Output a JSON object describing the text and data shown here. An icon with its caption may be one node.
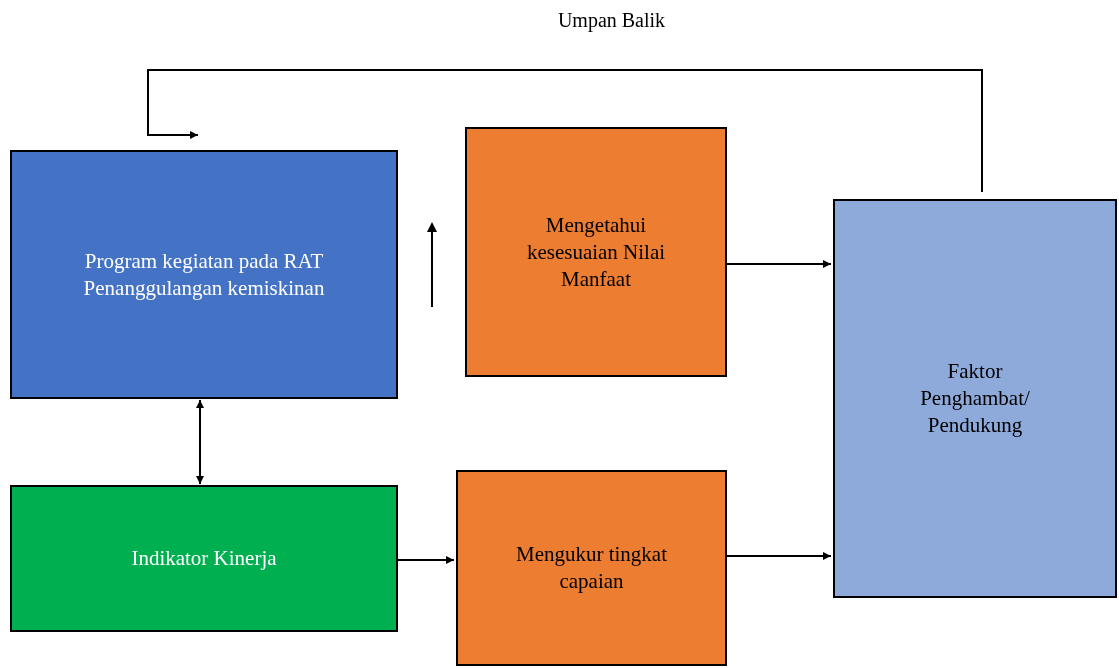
{
  "diagram": {
    "nodes": [
      {
        "text": [
          "Program kegiatan pada RAT Penanggulangan kemiskinan"
        ]
      },
      {
        "text": [
          "Mengetahui kesesuaian Nilai Manfaat"
        ]
      },
      {
        "text": [
          "Faktor Penghambat/ Pendukung"
        ]
      },
      {
        "text": [
          "Indikator Kinerja"
        ]
      },
      {
        "text": [
          "Mengukur tingkat capaian"
        ]
      }
    ],
    "edges": [
      {
        "from": 2,
        "to": 0,
        "arrow": "to",
        "label": "Umpan Balik"
      },
      {
        "from": 0,
        "to": 3,
        "arrow": "both"
      },
      {
        "from": 1,
        "to": 2,
        "arrow": "to"
      },
      {
        "from": 3,
        "to": 4,
        "arrow": "to"
      },
      {
        "from": 4,
        "to": 2,
        "arrow": "to"
      }
    ]
  }
}
